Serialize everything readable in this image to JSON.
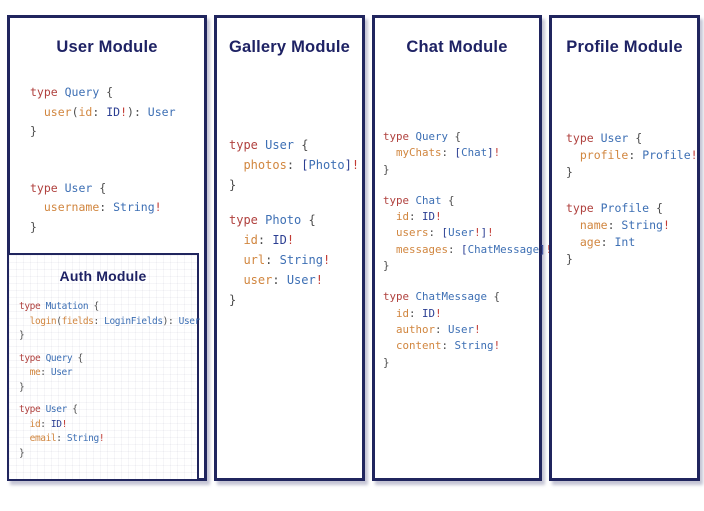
{
  "colors": {
    "navy": "#20255e",
    "title": "#1e2264",
    "kw": "#b0413e",
    "ty": "#3d6fb4",
    "fld": "#d1863f",
    "pun": "#4d4d4d",
    "nav": "#2b3e92",
    "bang": "#c23b34"
  },
  "panels": [
    {
      "title": "User Module",
      "blocks": [
        [
          [
            [
              "kw",
              "type "
            ],
            [
              "ty",
              "Query "
            ],
            [
              "pun",
              "{"
            ]
          ],
          [
            [
              "pun",
              "  "
            ],
            [
              "fld",
              "user"
            ],
            [
              "pun",
              "("
            ],
            [
              "fld",
              "id"
            ],
            [
              "pun",
              ": "
            ],
            [
              "nav",
              "ID"
            ],
            [
              "bang",
              "!"
            ],
            [
              "pun",
              "): "
            ],
            [
              "ty",
              "User"
            ]
          ],
          [
            [
              "pun",
              "}"
            ]
          ]
        ],
        [
          [
            [
              "kw",
              "type "
            ],
            [
              "ty",
              "User "
            ],
            [
              "pun",
              "{"
            ]
          ],
          [
            [
              "pun",
              "  "
            ],
            [
              "fld",
              "username"
            ],
            [
              "pun",
              ": "
            ],
            [
              "ty",
              "String"
            ],
            [
              "bang",
              "!"
            ]
          ],
          [
            [
              "pun",
              "}"
            ]
          ]
        ]
      ],
      "auth": {
        "title": "Auth Module",
        "blocks": [
          [
            [
              [
                "kw",
                "type "
              ],
              [
                "ty",
                "Mutation "
              ],
              [
                "pun",
                "{"
              ]
            ],
            [
              [
                "pun",
                "  "
              ],
              [
                "fld",
                "login"
              ],
              [
                "pun",
                "("
              ],
              [
                "fld",
                "fields"
              ],
              [
                "pun",
                ": "
              ],
              [
                "ty",
                "LoginFields"
              ],
              [
                "pun",
                "): "
              ],
              [
                "ty",
                "User"
              ]
            ],
            [
              [
                "pun",
                "}"
              ]
            ]
          ],
          [
            [
              [
                "kw",
                "type "
              ],
              [
                "ty",
                "Query "
              ],
              [
                "pun",
                "{"
              ]
            ],
            [
              [
                "pun",
                "  "
              ],
              [
                "fld",
                "me"
              ],
              [
                "pun",
                ": "
              ],
              [
                "ty",
                "User"
              ]
            ],
            [
              [
                "pun",
                "}"
              ]
            ]
          ],
          [
            [
              [
                "kw",
                "type "
              ],
              [
                "ty",
                "User "
              ],
              [
                "pun",
                "{"
              ]
            ],
            [
              [
                "pun",
                "  "
              ],
              [
                "fld",
                "id"
              ],
              [
                "pun",
                ": "
              ],
              [
                "nav",
                "ID"
              ],
              [
                "bang",
                "!"
              ]
            ],
            [
              [
                "pun",
                "  "
              ],
              [
                "fld",
                "email"
              ],
              [
                "pun",
                ": "
              ],
              [
                "ty",
                "String"
              ],
              [
                "bang",
                "!"
              ]
            ],
            [
              [
                "pun",
                "}"
              ]
            ]
          ]
        ]
      }
    },
    {
      "title": "Gallery Module",
      "blocks": [
        [
          [
            [
              "kw",
              "type "
            ],
            [
              "ty",
              "User "
            ],
            [
              "pun",
              "{"
            ]
          ],
          [
            [
              "pun",
              "  "
            ],
            [
              "fld",
              "photos"
            ],
            [
              "pun",
              ": "
            ],
            [
              "nav",
              "["
            ],
            [
              "ty",
              "Photo"
            ],
            [
              "nav",
              "]"
            ],
            [
              "bang",
              "!"
            ]
          ],
          [
            [
              "pun",
              "}"
            ]
          ]
        ],
        [
          [
            [
              "kw",
              "type "
            ],
            [
              "ty",
              "Photo "
            ],
            [
              "pun",
              "{"
            ]
          ],
          [
            [
              "pun",
              "  "
            ],
            [
              "fld",
              "id"
            ],
            [
              "pun",
              ": "
            ],
            [
              "nav",
              "ID"
            ],
            [
              "bang",
              "!"
            ]
          ],
          [
            [
              "pun",
              "  "
            ],
            [
              "fld",
              "url"
            ],
            [
              "pun",
              ": "
            ],
            [
              "ty",
              "String"
            ],
            [
              "bang",
              "!"
            ]
          ],
          [
            [
              "pun",
              "  "
            ],
            [
              "fld",
              "user"
            ],
            [
              "pun",
              ": "
            ],
            [
              "ty",
              "User"
            ],
            [
              "bang",
              "!"
            ]
          ],
          [
            [
              "pun",
              "}"
            ]
          ]
        ]
      ]
    },
    {
      "title": "Chat Module",
      "blocks": [
        [
          [
            [
              "kw",
              "type "
            ],
            [
              "ty",
              "Query "
            ],
            [
              "pun",
              "{"
            ]
          ],
          [
            [
              "pun",
              "  "
            ],
            [
              "fld",
              "myChats"
            ],
            [
              "pun",
              ": "
            ],
            [
              "nav",
              "["
            ],
            [
              "ty",
              "Chat"
            ],
            [
              "nav",
              "]"
            ],
            [
              "bang",
              "!"
            ]
          ],
          [
            [
              "pun",
              "}"
            ]
          ]
        ],
        [
          [
            [
              "kw",
              "type "
            ],
            [
              "ty",
              "Chat "
            ],
            [
              "pun",
              "{"
            ]
          ],
          [
            [
              "pun",
              "  "
            ],
            [
              "fld",
              "id"
            ],
            [
              "pun",
              ": "
            ],
            [
              "nav",
              "ID"
            ],
            [
              "bang",
              "!"
            ]
          ],
          [
            [
              "pun",
              "  "
            ],
            [
              "fld",
              "users"
            ],
            [
              "pun",
              ": "
            ],
            [
              "nav",
              "["
            ],
            [
              "ty",
              "User"
            ],
            [
              "bang",
              "!"
            ],
            [
              "nav",
              "]"
            ],
            [
              "bang",
              "!"
            ]
          ],
          [
            [
              "pun",
              "  "
            ],
            [
              "fld",
              "messages"
            ],
            [
              "pun",
              ": "
            ],
            [
              "nav",
              "["
            ],
            [
              "ty",
              "ChatMessage"
            ],
            [
              "nav",
              "]"
            ],
            [
              "bang",
              "!"
            ]
          ],
          [
            [
              "pun",
              "}"
            ]
          ]
        ],
        [
          [
            [
              "kw",
              "type "
            ],
            [
              "ty",
              "ChatMessage "
            ],
            [
              "pun",
              "{"
            ]
          ],
          [
            [
              "pun",
              "  "
            ],
            [
              "fld",
              "id"
            ],
            [
              "pun",
              ": "
            ],
            [
              "nav",
              "ID"
            ],
            [
              "bang",
              "!"
            ]
          ],
          [
            [
              "pun",
              "  "
            ],
            [
              "fld",
              "author"
            ],
            [
              "pun",
              ": "
            ],
            [
              "ty",
              "User"
            ],
            [
              "bang",
              "!"
            ]
          ],
          [
            [
              "pun",
              "  "
            ],
            [
              "fld",
              "content"
            ],
            [
              "pun",
              ": "
            ],
            [
              "ty",
              "String"
            ],
            [
              "bang",
              "!"
            ]
          ],
          [
            [
              "pun",
              "}"
            ]
          ]
        ]
      ]
    },
    {
      "title": "Profile Module",
      "blocks": [
        [
          [
            [
              "kw",
              "type "
            ],
            [
              "ty",
              "User "
            ],
            [
              "pun",
              "{"
            ]
          ],
          [
            [
              "pun",
              "  "
            ],
            [
              "fld",
              "profile"
            ],
            [
              "pun",
              ": "
            ],
            [
              "ty",
              "Profile"
            ],
            [
              "bang",
              "!"
            ]
          ],
          [
            [
              "pun",
              "}"
            ]
          ]
        ],
        [
          [
            [
              "kw",
              "type "
            ],
            [
              "ty",
              "Profile "
            ],
            [
              "pun",
              "{"
            ]
          ],
          [
            [
              "pun",
              "  "
            ],
            [
              "fld",
              "name"
            ],
            [
              "pun",
              ": "
            ],
            [
              "ty",
              "String"
            ],
            [
              "bang",
              "!"
            ]
          ],
          [
            [
              "pun",
              "  "
            ],
            [
              "fld",
              "age"
            ],
            [
              "pun",
              ": "
            ],
            [
              "ty",
              "Int"
            ]
          ],
          [
            [
              "pun",
              "}"
            ]
          ]
        ]
      ]
    }
  ]
}
